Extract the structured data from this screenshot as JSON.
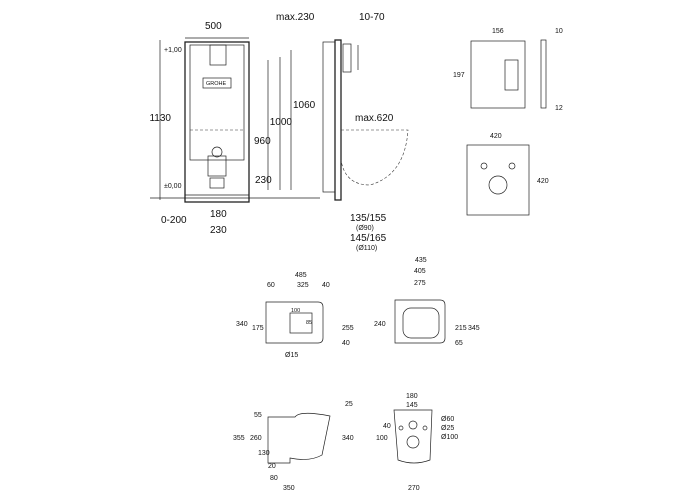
{
  "frame_front": {
    "width": "500",
    "height": "1130",
    "plus": "+1,00",
    "zero": "±0,00",
    "h1060": "1060",
    "h1000": "1000",
    "h960": "960",
    "h230": "230",
    "w180": "180",
    "w230": "230",
    "range": "0-200",
    "brand": "GROHE"
  },
  "frame_side": {
    "max230": "max.230",
    "r10_70": "10-70",
    "max620": "max.620",
    "d135": "135/155",
    "d90": "(Ø90)",
    "d145": "145/165",
    "d110": "(Ø110)"
  },
  "plate": {
    "w156": "156",
    "h197": "197",
    "t10": "10",
    "t12": "12"
  },
  "mounting": {
    "w420": "420",
    "h420": "420"
  },
  "bowl_top": {
    "w485": "485",
    "w60": "60",
    "w325": "325",
    "w40": "40",
    "w100": "100",
    "h85": "85",
    "h340": "340",
    "h175": "175",
    "h255": "255",
    "h40": "40",
    "d15": "Ø15"
  },
  "seat_top": {
    "w435": "435",
    "w405": "405",
    "w275": "275",
    "h240": "240",
    "h215": "215",
    "h345": "345",
    "h65": "65"
  },
  "bowl_side": {
    "h55": "55",
    "h25": "25",
    "h355": "355",
    "h260": "260",
    "h340": "340",
    "h130": "130",
    "w20": "20",
    "w80": "80",
    "w350": "350"
  },
  "bowl_back": {
    "w180": "180",
    "w145": "145",
    "h40": "40",
    "h100": "100",
    "d60": "Ø60",
    "d25": "Ø25",
    "d100": "Ø100",
    "w270": "270"
  }
}
